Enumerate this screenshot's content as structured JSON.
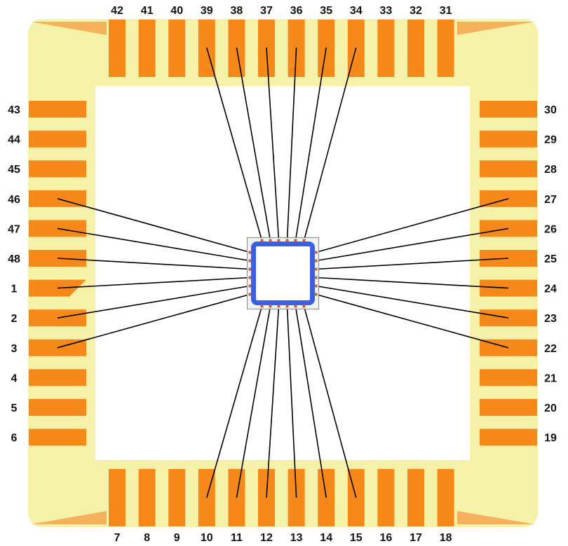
{
  "colors": {
    "frame": "#f6f1a8",
    "corner_accent": "#f5b25a",
    "pad": "#f7881a",
    "wire": "#000000",
    "die_ring": "#3a5fe0",
    "die_outline": "#8a8a8a",
    "label": "#111111"
  },
  "pins": {
    "top": [
      "42",
      "41",
      "40",
      "39",
      "38",
      "37",
      "36",
      "35",
      "34",
      "33",
      "32",
      "31"
    ],
    "bottom": [
      "7",
      "8",
      "9",
      "10",
      "11",
      "12",
      "13",
      "14",
      "15",
      "16",
      "17",
      "18"
    ],
    "left": [
      "43",
      "44",
      "45",
      "46",
      "47",
      "48",
      "1",
      "2",
      "3",
      "4",
      "5",
      "6"
    ],
    "right": [
      "30",
      "29",
      "28",
      "27",
      "26",
      "25",
      "24",
      "23",
      "22",
      "21",
      "20",
      "19"
    ]
  },
  "bonded_pins": {
    "top": [
      "39",
      "38",
      "37",
      "36",
      "35",
      "34"
    ],
    "bottom": [
      "10",
      "11",
      "12",
      "13",
      "14",
      "15"
    ],
    "left": [
      "46",
      "47",
      "48",
      "1",
      "2",
      "3"
    ],
    "right": [
      "27",
      "26",
      "25",
      "24",
      "23",
      "22"
    ]
  },
  "pin1_marker_icon": "chamfer-corner-icon"
}
